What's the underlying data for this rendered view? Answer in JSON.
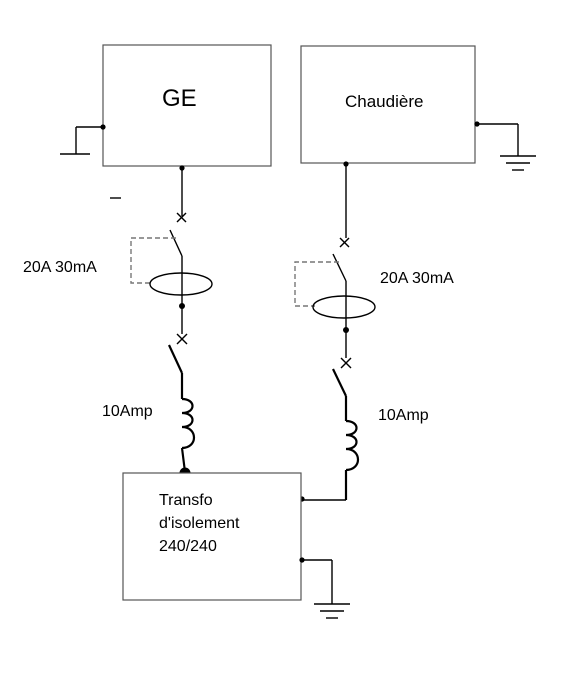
{
  "boxes": {
    "ge": "GE",
    "boiler": "Chaudière",
    "transformer_line1": "Transfo",
    "transformer_line2": "d'isolement",
    "transformer_line3": "240/240"
  },
  "labels": {
    "rcd_left": "20A 30mA",
    "rcd_right": "20A 30mA",
    "fuse_left": "10Amp",
    "fuse_right": "10Amp"
  }
}
